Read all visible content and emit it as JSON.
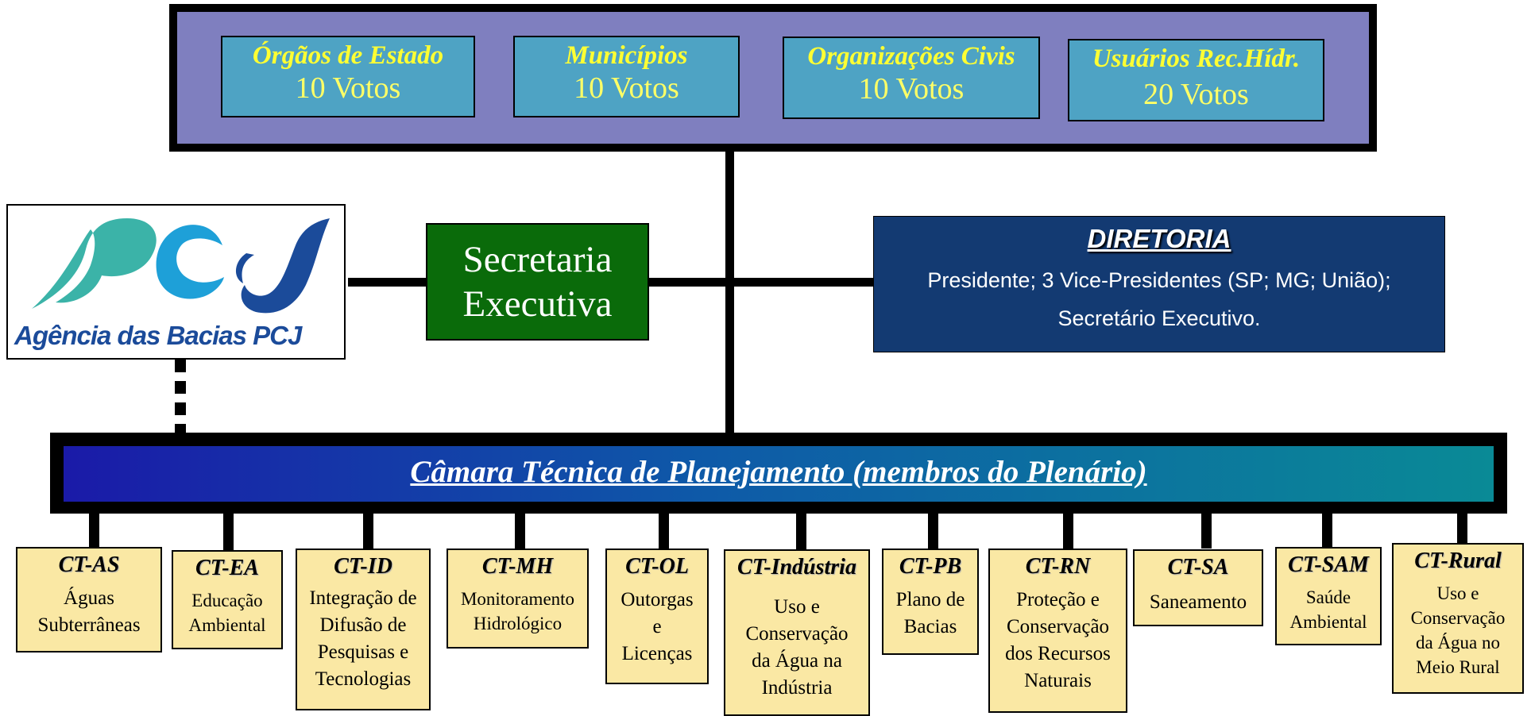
{
  "plenary": {
    "groups": [
      {
        "name": "Órgãos de Estado",
        "votes": "10 Votos"
      },
      {
        "name": "Municípios",
        "votes": "10 Votos"
      },
      {
        "name": "Organizações Civis",
        "votes": "10 Votos"
      },
      {
        "name": "Usuários Rec.Hídr.",
        "votes": "20 Votos"
      }
    ]
  },
  "logo": {
    "text": "Agência das Bacias PCJ",
    "mark_letters": "PCJ"
  },
  "secretaria": {
    "line1": "Secretaria",
    "line2": "Executiva"
  },
  "diretoria": {
    "title": "DIRETORIA",
    "line1": "Presidente; 3 Vice-Presidentes (SP; MG; União);",
    "line2": "Secretário Executivo."
  },
  "camara": {
    "title": "Câmara Técnica de Planejamento (membros do Plenário)"
  },
  "chambers": [
    {
      "code": "CT-AS",
      "lines": [
        "Águas",
        "Subterrâneas"
      ]
    },
    {
      "code": "CT-EA",
      "lines": [
        "Educação",
        "Ambiental"
      ]
    },
    {
      "code": "CT-ID",
      "lines": [
        "Integração de",
        "Difusão de",
        "Pesquisas e",
        "Tecnologias"
      ]
    },
    {
      "code": "CT-MH",
      "lines": [
        "Monitoramento",
        "Hidrológico"
      ]
    },
    {
      "code": "CT-OL",
      "lines": [
        "Outorgas",
        "e",
        "Licenças"
      ]
    },
    {
      "code": "CT-Indústria",
      "lines": [
        "Uso e",
        "Conservação",
        "da Água na",
        "Indústria"
      ]
    },
    {
      "code": "CT-PB",
      "lines": [
        "Plano de",
        "Bacias"
      ]
    },
    {
      "code": "CT-RN",
      "lines": [
        "Proteção e",
        "Conservação",
        "dos Recursos",
        "Naturais"
      ]
    },
    {
      "code": "CT-SA",
      "lines": [
        "Saneamento"
      ]
    },
    {
      "code": "CT-SAM",
      "lines": [
        "Saúde",
        "Ambiental"
      ]
    },
    {
      "code": "CT-Rural",
      "lines": [
        "Uso e",
        "Conservação",
        "da Água no",
        "Meio Rural"
      ]
    }
  ],
  "colors": {
    "plenary_bg": "#7f7fbf",
    "group_bg": "#4ea3c4",
    "group_text": "#ffff33",
    "secretaria_bg": "#0a6b0a",
    "diretoria_bg": "#133a72",
    "ct_bg": "#fae8a4"
  }
}
